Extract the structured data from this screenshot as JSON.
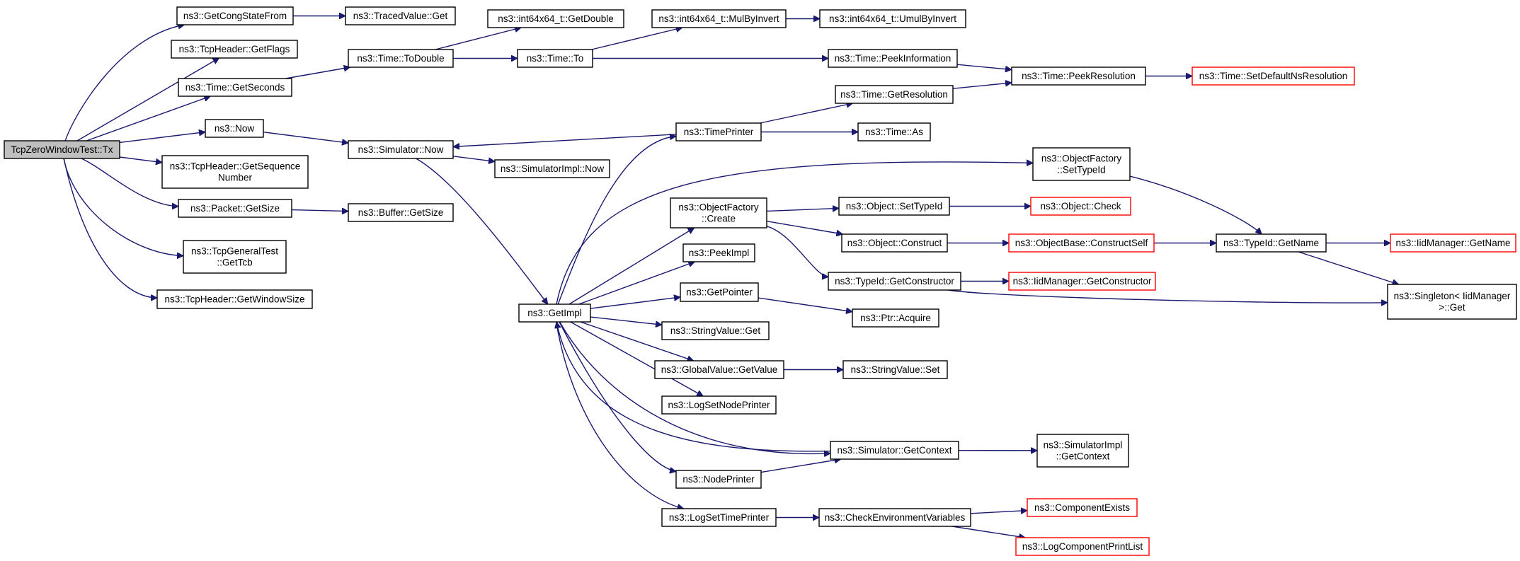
{
  "colors": {
    "edge": "#191970",
    "box_border": "#000000",
    "box_fill": "#ffffff",
    "root_fill": "#bfbfbf",
    "truncated_border": "#ff0000"
  },
  "nodes": [
    {
      "id": "root",
      "label": "TcpZeroWindowTest::Tx",
      "style": "root"
    },
    {
      "id": "getCongStateFrom",
      "label": "ns3::GetCongStateFrom",
      "style": "normal"
    },
    {
      "id": "tracedValueGet",
      "label": "ns3::TracedValue::Get",
      "style": "normal"
    },
    {
      "id": "getFlags",
      "label": "ns3::TcpHeader::GetFlags",
      "style": "normal"
    },
    {
      "id": "getSeconds",
      "label": "ns3::Time::GetSeconds",
      "style": "normal"
    },
    {
      "id": "toDouble",
      "label": "ns3::Time::ToDouble",
      "style": "normal"
    },
    {
      "id": "int64GetDouble",
      "label": "ns3::int64x64_t::GetDouble",
      "style": "normal"
    },
    {
      "id": "timeTo",
      "label": "ns3::Time::To",
      "style": "normal"
    },
    {
      "id": "mulByInvert",
      "label": "ns3::int64x64_t::MulByInvert",
      "style": "normal"
    },
    {
      "id": "umulByInvert",
      "label": "ns3::int64x64_t::UmulByInvert",
      "style": "normal"
    },
    {
      "id": "peekInformation",
      "label": "ns3::Time::PeekInformation",
      "style": "normal"
    },
    {
      "id": "peekResolution",
      "label": "ns3::Time::PeekResolution",
      "style": "normal"
    },
    {
      "id": "setDefaultNsResolution",
      "label": "ns3::Time::SetDefaultNsResolution",
      "style": "truncated"
    },
    {
      "id": "now",
      "label": "ns3::Now",
      "style": "normal"
    },
    {
      "id": "simulatorNow",
      "label": "ns3::Simulator::Now",
      "style": "normal"
    },
    {
      "id": "simulatorImplNow",
      "label": "ns3::SimulatorImpl::Now",
      "style": "normal"
    },
    {
      "id": "timePrinter",
      "label": "ns3::TimePrinter",
      "style": "normal"
    },
    {
      "id": "getResolution",
      "label": "ns3::Time::GetResolution",
      "style": "normal"
    },
    {
      "id": "timeAs",
      "label": "ns3::Time::As",
      "style": "normal"
    },
    {
      "id": "getSequenceNumber",
      "label": "ns3::TcpHeader::GetSequence\nNumber",
      "style": "normal"
    },
    {
      "id": "packetGetSize",
      "label": "ns3::Packet::GetSize",
      "style": "normal"
    },
    {
      "id": "bufferGetSize",
      "label": "ns3::Buffer::GetSize",
      "style": "normal"
    },
    {
      "id": "getTcb",
      "label": "ns3::TcpGeneralTest\n::GetTcb",
      "style": "normal"
    },
    {
      "id": "getWindowSize",
      "label": "ns3::TcpHeader::GetWindowSize",
      "style": "normal"
    },
    {
      "id": "getImpl",
      "label": "ns3::GetImpl",
      "style": "normal"
    },
    {
      "id": "ofSetTypeId",
      "label": "ns3::ObjectFactory\n::SetTypeId",
      "style": "normal"
    },
    {
      "id": "ofCreate",
      "label": "ns3::ObjectFactory\n::Create",
      "style": "normal"
    },
    {
      "id": "objSetTypeId",
      "label": "ns3::Object::SetTypeId",
      "style": "normal"
    },
    {
      "id": "objCheck",
      "label": "ns3::Object::Check",
      "style": "truncated"
    },
    {
      "id": "objConstruct",
      "label": "ns3::Object::Construct",
      "style": "normal"
    },
    {
      "id": "constructSelf",
      "label": "ns3::ObjectBase::ConstructSelf",
      "style": "truncated"
    },
    {
      "id": "typeIdGetName",
      "label": "ns3::TypeId::GetName",
      "style": "normal"
    },
    {
      "id": "iidGetName",
      "label": "ns3::IidManager::GetName",
      "style": "truncated"
    },
    {
      "id": "typeIdGetConstructor",
      "label": "ns3::TypeId::GetConstructor",
      "style": "normal"
    },
    {
      "id": "iidGetConstructor",
      "label": "ns3::IidManager::GetConstructor",
      "style": "truncated"
    },
    {
      "id": "singletonGet",
      "label": "ns3::Singleton< IidManager\n>::Get",
      "style": "normal"
    },
    {
      "id": "peekImpl",
      "label": "ns3::PeekImpl",
      "style": "normal"
    },
    {
      "id": "getPointer",
      "label": "ns3::GetPointer",
      "style": "normal"
    },
    {
      "id": "ptrAcquire",
      "label": "ns3::Ptr::Acquire",
      "style": "normal"
    },
    {
      "id": "stringValueGet",
      "label": "ns3::StringValue::Get",
      "style": "normal"
    },
    {
      "id": "globalValueGetValue",
      "label": "ns3::GlobalValue::GetValue",
      "style": "normal"
    },
    {
      "id": "stringValueSet",
      "label": "ns3::StringValue::Set",
      "style": "normal"
    },
    {
      "id": "logSetNodePrinter",
      "label": "ns3::LogSetNodePrinter",
      "style": "normal"
    },
    {
      "id": "simulatorGetContext",
      "label": "ns3::Simulator::GetContext",
      "style": "normal"
    },
    {
      "id": "simImplGetContext",
      "label": "ns3::SimulatorImpl\n::GetContext",
      "style": "normal"
    },
    {
      "id": "nodePrinter",
      "label": "ns3::NodePrinter",
      "style": "normal"
    },
    {
      "id": "logSetTimePrinter",
      "label": "ns3::LogSetTimePrinter",
      "style": "normal"
    },
    {
      "id": "checkEnvVars",
      "label": "ns3::CheckEnvironmentVariables",
      "style": "normal"
    },
    {
      "id": "componentExists",
      "label": "ns3::ComponentExists",
      "style": "truncated"
    },
    {
      "id": "logComponentPrintList",
      "label": "ns3::LogComponentPrintList",
      "style": "truncated"
    }
  ],
  "edges": [
    [
      "root",
      "getCongStateFrom"
    ],
    [
      "root",
      "getFlags"
    ],
    [
      "root",
      "getSeconds"
    ],
    [
      "root",
      "now"
    ],
    [
      "root",
      "getSequenceNumber"
    ],
    [
      "root",
      "packetGetSize"
    ],
    [
      "root",
      "getTcb"
    ],
    [
      "root",
      "getWindowSize"
    ],
    [
      "getCongStateFrom",
      "tracedValueGet"
    ],
    [
      "getSeconds",
      "toDouble"
    ],
    [
      "toDouble",
      "int64GetDouble"
    ],
    [
      "toDouble",
      "timeTo"
    ],
    [
      "timeTo",
      "mulByInvert"
    ],
    [
      "timeTo",
      "peekInformation"
    ],
    [
      "mulByInvert",
      "umulByInvert"
    ],
    [
      "peekInformation",
      "peekResolution"
    ],
    [
      "peekResolution",
      "setDefaultNsResolution"
    ],
    [
      "now",
      "simulatorNow"
    ],
    [
      "simulatorNow",
      "simulatorImplNow"
    ],
    [
      "simulatorNow",
      "getImpl"
    ],
    [
      "timePrinter",
      "simulatorNow"
    ],
    [
      "timePrinter",
      "getResolution"
    ],
    [
      "timePrinter",
      "timeAs"
    ],
    [
      "getResolution",
      "peekResolution"
    ],
    [
      "packetGetSize",
      "bufferGetSize"
    ],
    [
      "getImpl",
      "timePrinter"
    ],
    [
      "getImpl",
      "ofSetTypeId"
    ],
    [
      "getImpl",
      "ofCreate"
    ],
    [
      "getImpl",
      "peekImpl"
    ],
    [
      "getImpl",
      "getPointer"
    ],
    [
      "getImpl",
      "stringValueGet"
    ],
    [
      "getImpl",
      "globalValueGetValue"
    ],
    [
      "getImpl",
      "logSetNodePrinter"
    ],
    [
      "getImpl",
      "simulatorGetContext"
    ],
    [
      "getImpl",
      "nodePrinter"
    ],
    [
      "getImpl",
      "logSetTimePrinter"
    ],
    [
      "ofSetTypeId",
      "typeIdGetName"
    ],
    [
      "ofCreate",
      "objSetTypeId"
    ],
    [
      "ofCreate",
      "objConstruct"
    ],
    [
      "ofCreate",
      "typeIdGetConstructor"
    ],
    [
      "objSetTypeId",
      "objCheck"
    ],
    [
      "objConstruct",
      "constructSelf"
    ],
    [
      "constructSelf",
      "typeIdGetName"
    ],
    [
      "typeIdGetName",
      "iidGetName"
    ],
    [
      "typeIdGetName",
      "singletonGet"
    ],
    [
      "typeIdGetConstructor",
      "iidGetConstructor"
    ],
    [
      "typeIdGetConstructor",
      "singletonGet"
    ],
    [
      "getPointer",
      "ptrAcquire"
    ],
    [
      "globalValueGetValue",
      "stringValueSet"
    ],
    [
      "simulatorGetContext",
      "simImplGetContext"
    ],
    [
      "simulatorGetContext",
      "getImpl"
    ],
    [
      "nodePrinter",
      "simulatorGetContext"
    ],
    [
      "logSetTimePrinter",
      "checkEnvVars"
    ],
    [
      "checkEnvVars",
      "componentExists"
    ],
    [
      "checkEnvVars",
      "logComponentPrintList"
    ]
  ]
}
